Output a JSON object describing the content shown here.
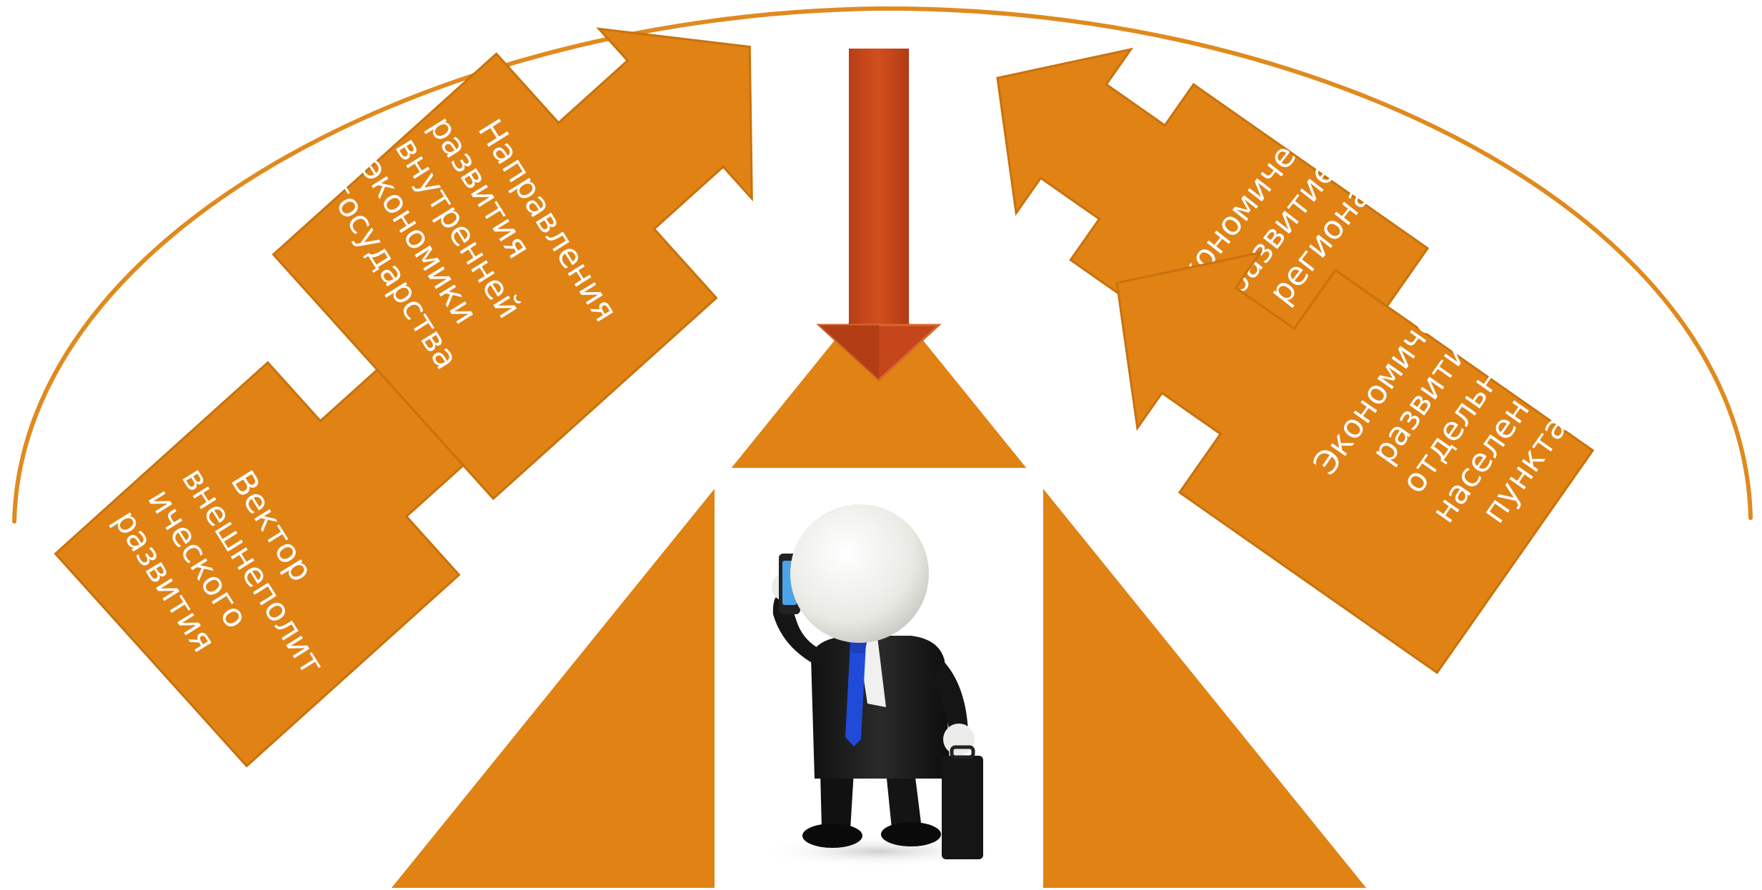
{
  "colors": {
    "orange": "#E08214",
    "orange_stroke": "#C8720C",
    "arc": "#E08A1E",
    "arrow_red": "#C8461C",
    "arrow_red_dark": "#A3360F",
    "text": "#FFFFFF"
  },
  "callouts": [
    {
      "id": "vector",
      "lines": [
        "Вектор",
        "внешнеполит",
        "ического",
        "развития"
      ]
    },
    {
      "id": "directions",
      "lines": [
        "Направления",
        "развития",
        "внутренней",
        "экономики",
        "государства"
      ]
    },
    {
      "id": "region",
      "lines": [
        "Экономическое",
        "развитие",
        "региона"
      ]
    },
    {
      "id": "settlement",
      "lines": [
        "Экономическое",
        "развитие",
        "отдельного",
        "населенного",
        "пункта"
      ]
    }
  ],
  "figure": {
    "icon": "businessman-on-phone-icon"
  }
}
